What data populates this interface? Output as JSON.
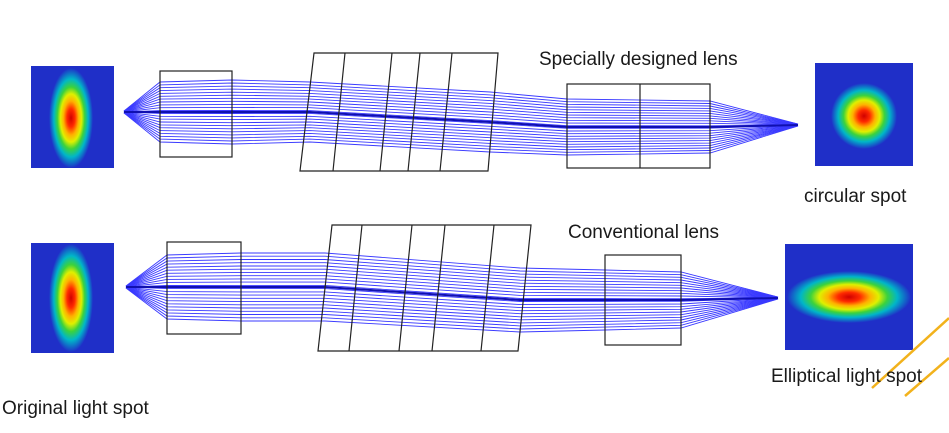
{
  "labels": {
    "special_lens": "Specially designed lens",
    "conventional_lens": "Conventional lens",
    "circular_spot": "circular spot",
    "elliptical_spot": "Elliptical light spot",
    "original_spot": "Original light spot"
  },
  "colors": {
    "ray": "#3a3aff",
    "lens_outline": "#222222",
    "spot_background": "#1f2fc8",
    "accent_line": "#f2b21c"
  },
  "spots": {
    "original_top": "vertical ellipse beam profile",
    "original_bottom": "vertical ellipse beam profile",
    "circular_output": "circular beam profile",
    "elliptical_output": "horizontal ellipse beam profile"
  }
}
